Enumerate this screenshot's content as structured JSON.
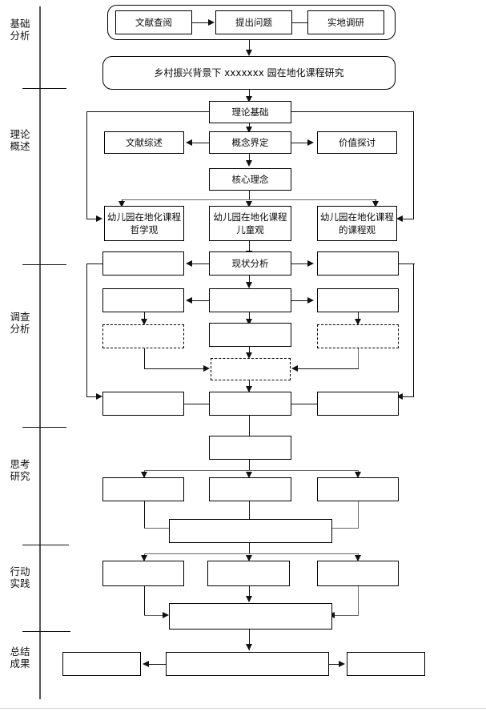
{
  "diagram": {
    "title": "乡村振兴背景下 xxxxxxx 园在地化课程研究",
    "stages": [
      {
        "id": "foundation",
        "label": "基础分析"
      },
      {
        "id": "theory",
        "label": "理论概述"
      },
      {
        "id": "survey",
        "label": "调查分析"
      },
      {
        "id": "reflection",
        "label": "思考研究"
      },
      {
        "id": "practice",
        "label": "行动实践"
      },
      {
        "id": "summary",
        "label": "总结成果"
      }
    ],
    "nodes": {
      "lit_review_top": "文献查阅",
      "raise_question": "提出问题",
      "field_research": "实地调研",
      "title_box": "乡村振兴背景下 xxxxxxx 园在地化课程研究",
      "theory_base": "理论基础",
      "lit_summary": "文献综述",
      "concept_define": "概念界定",
      "value_discussion": "价值探讨",
      "core_idea": "核心理念",
      "philosophy_view": "幼儿园在地化课程哲学观",
      "child_view": "幼儿园在地化课程儿童观",
      "curriculum_view": "幼儿园在地化课程的课程观",
      "status_analysis": "现状分析",
      "blank": ""
    },
    "colors": {
      "stroke": "#000000",
      "rail": "#555555",
      "grey_line": "#666666",
      "background": "#ffffff"
    }
  }
}
